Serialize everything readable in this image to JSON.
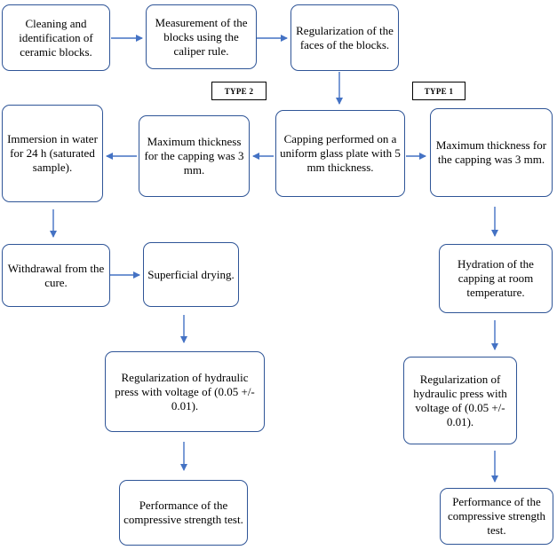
{
  "colors": {
    "border": "#2f5597",
    "arrow": "#4472c4",
    "text": "#000000"
  },
  "tags": {
    "type2": "TYPE 2",
    "type1": "TYPE 1"
  },
  "steps": {
    "cleaning": "Cleaning and identification of ceramic blocks.",
    "measurement": "Measurement of the blocks using the caliper rule.",
    "regularization_faces": "Regularization of the faces of the blocks.",
    "capping_plate": "Capping performed on a uniform glass plate with 5 mm thickness.",
    "max_thickness_type2": "Maximum thickness for the capping was 3 mm.",
    "max_thickness_type1": "Maximum thickness for the capping was 3 mm.",
    "immersion": "Immersion in water for 24 h (saturated sample).",
    "withdrawal": "Withdrawal from the cure.",
    "drying": "Superficial drying.",
    "hydration": "Hydration of the capping at room temperature.",
    "press_type2": "Regularization of hydraulic press with voltage of (0.05 +/- 0.01).",
    "press_type1": "Regularization of hydraulic press with voltage of (0.05 +/- 0.01).",
    "test_type2": "Performance of the compressive strength test.",
    "test_type1": "Performance of the compressive strength test."
  }
}
